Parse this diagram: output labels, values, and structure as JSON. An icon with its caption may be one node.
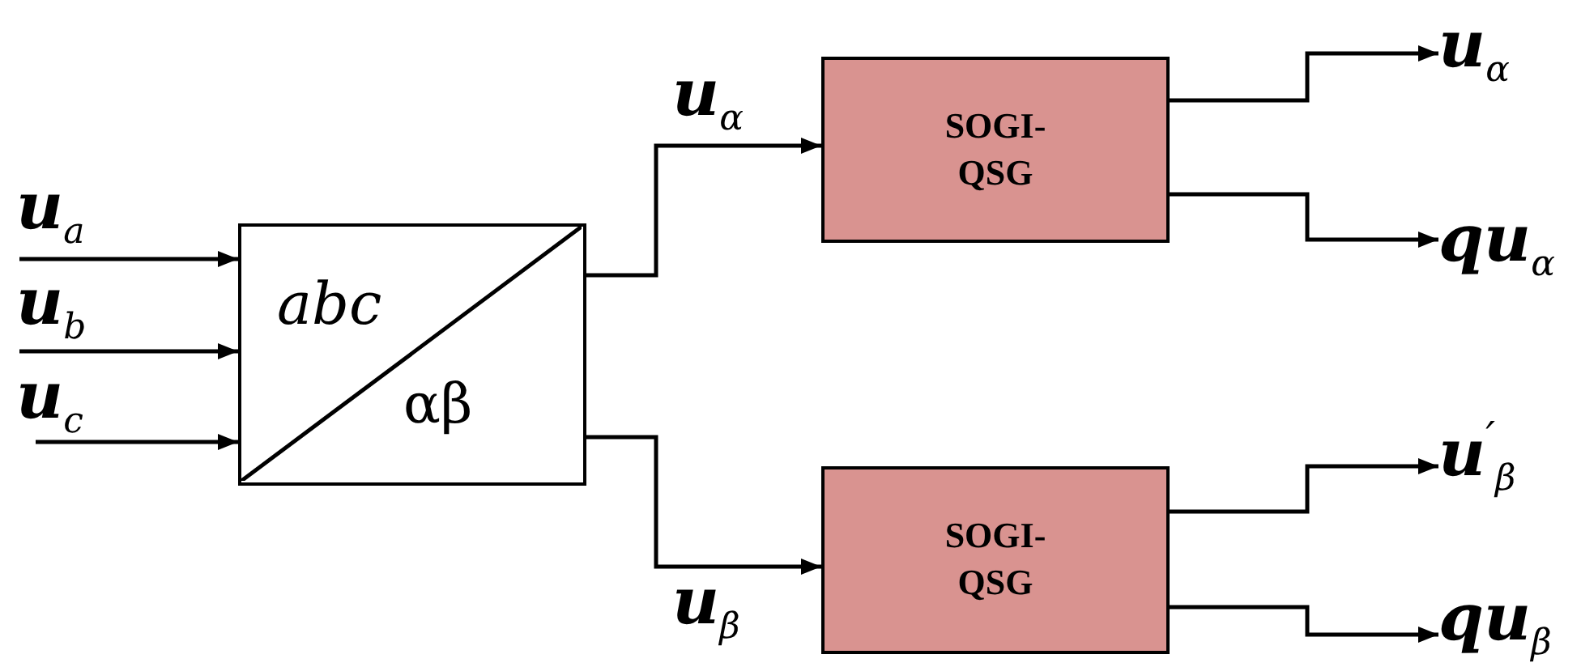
{
  "diagram": {
    "nodes": [
      {
        "text": [
          "u$_{a}$"
        ]
      },
      {
        "text": [
          "u$_{b}$"
        ]
      },
      {
        "text": [
          "u$_{c}$"
        ]
      },
      {
        "text": [
          "abc",
          "αβ"
        ]
      },
      {
        "text": [
          "SOGI-QSG"
        ]
      },
      {
        "text": [
          "SOGI-QSG"
        ]
      },
      {
        "text": [
          "u$_{α}$"
        ]
      },
      {
        "text": [
          "qu$_{α}$"
        ]
      },
      {
        "text": [
          "u$^{′}$$_{β}$"
        ]
      },
      {
        "text": [
          "qu$_{β}$"
        ]
      }
    ],
    "edges": [
      {
        "from": 0,
        "to": 3,
        "arrow": "to"
      },
      {
        "from": 1,
        "to": 3,
        "arrow": "to"
      },
      {
        "from": 2,
        "to": 3,
        "arrow": "to"
      },
      {
        "from": 3,
        "to": 4,
        "arrow": "to",
        "label": "u$_{α}$"
      },
      {
        "from": 3,
        "to": 5,
        "arrow": "to",
        "label": "u$_{β}$"
      },
      {
        "from": 4,
        "to": 6,
        "arrow": "to"
      },
      {
        "from": 4,
        "to": 7,
        "arrow": "to"
      },
      {
        "from": 5,
        "to": 8,
        "arrow": "to"
      },
      {
        "from": 5,
        "to": 9,
        "arrow": "to"
      }
    ]
  }
}
